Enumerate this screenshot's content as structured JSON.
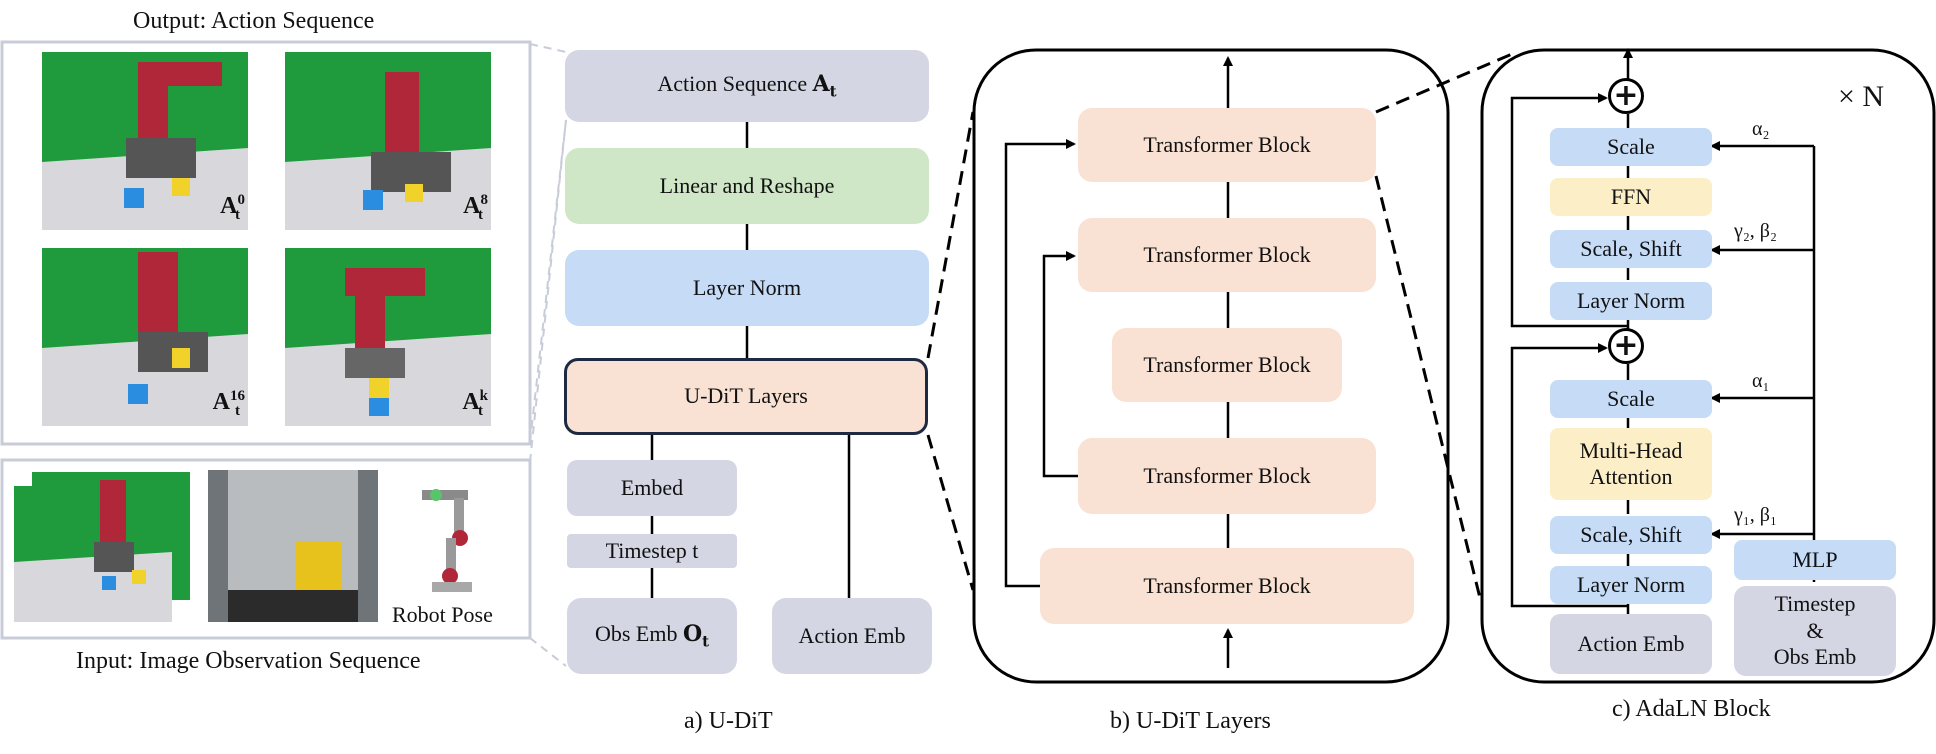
{
  "panel_a": {
    "output_label": "Output: Action Sequence",
    "input_label": "Input: Image Observation Sequence",
    "robot_pose_label": "Robot Pose",
    "frame_labels": [
      "A",
      "A",
      "A",
      "A"
    ],
    "frame_sups": [
      "0",
      "8",
      "16",
      "k"
    ],
    "frame_sub": "t",
    "action_sequence": "Action Sequence ",
    "action_sequence_sym": "A",
    "action_sequence_sub": "t",
    "linear_reshape": "Linear and Reshape",
    "layer_norm": "Layer Norm",
    "udit_layers": "U-DiT Layers",
    "embed": "Embed",
    "timestep": "Timestep t",
    "obs_emb": "Obs Emb ",
    "obs_emb_sym": "O",
    "obs_emb_sub": "t",
    "action_emb": "Action Emb",
    "caption": "a) U-DiT"
  },
  "panel_b": {
    "blocks": [
      "Transformer Block",
      "Transformer Block",
      "Transformer Block",
      "Transformer Block",
      "Transformer Block"
    ],
    "caption": "b) U-DiT Layers"
  },
  "panel_c": {
    "times_n": "× N",
    "scale_top": "Scale",
    "ffn": "FFN",
    "scale_shift_top": "Scale, Shift",
    "layer_norm_top": "Layer Norm",
    "scale_bottom": "Scale",
    "mha_line1": "Multi-Head",
    "mha_line2": "Attention",
    "scale_shift_bottom": "Scale, Shift",
    "layer_norm_bottom": "Layer Norm",
    "action_emb": "Action Emb",
    "mlp": "MLP",
    "cond_line1": "Timestep",
    "cond_line2": "&",
    "cond_line3": "Obs Emb",
    "alpha2": "α₂",
    "gamma2_beta2": "γ₂, β₂",
    "alpha1": "α₁",
    "gamma1_beta1": "γ₁, β₁",
    "plus_symbol": "+",
    "caption": "c) AdaLN Block"
  },
  "colors": {
    "gray": "#d4d6e3",
    "green": "#cfe6c7",
    "blue": "#c5dbf6",
    "peach": "#f9e2d4",
    "yellow": "#fcefc8",
    "photo_green": "#1f9a3c"
  }
}
